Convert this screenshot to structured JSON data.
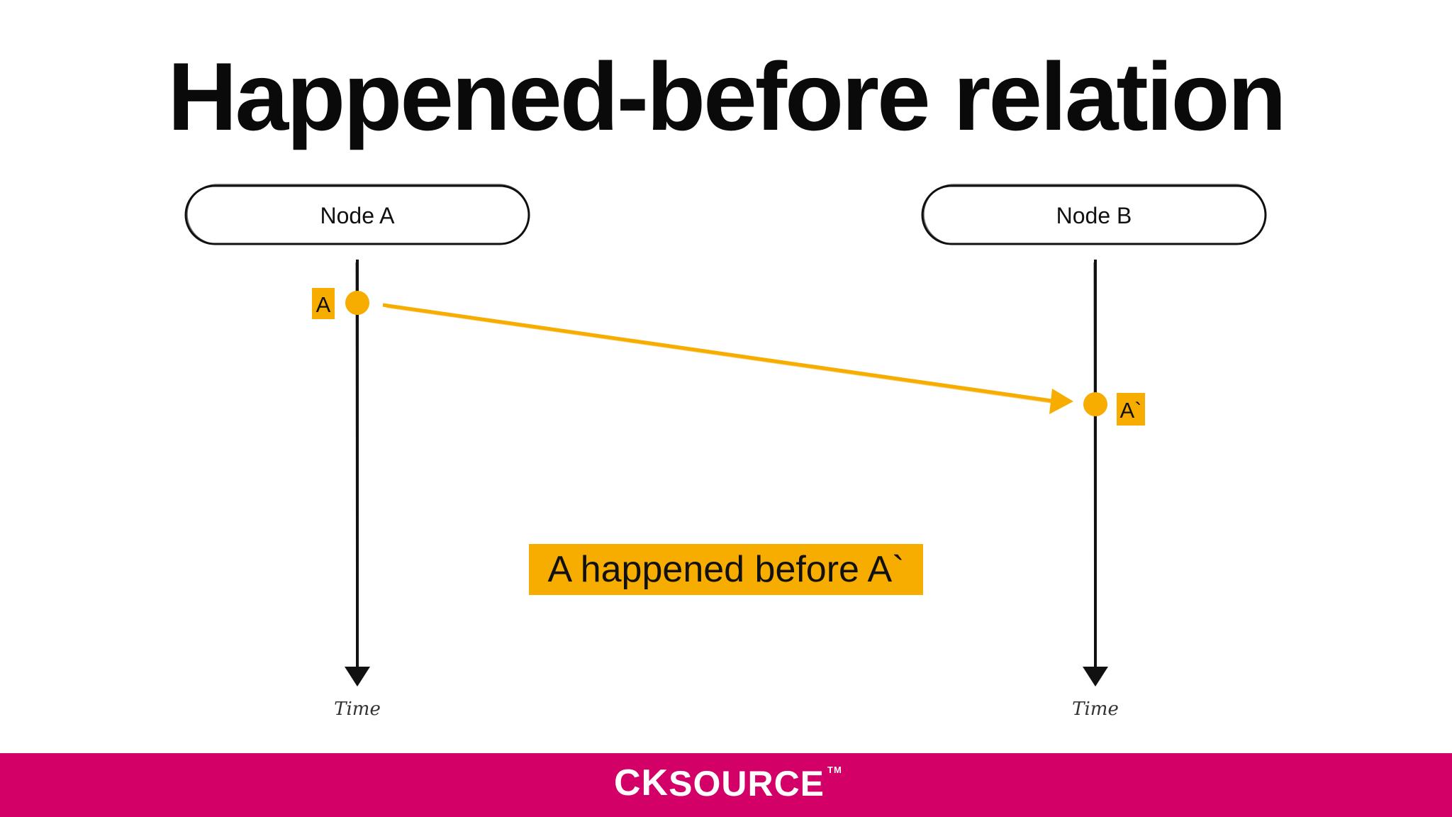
{
  "title": "Happened-before relation",
  "nodes": [
    {
      "label": "Node A",
      "time_label": "Time"
    },
    {
      "label": "Node B",
      "time_label": "Time"
    }
  ],
  "events": [
    {
      "label": "A",
      "node": "Node A"
    },
    {
      "label": "A`",
      "node": "Node B"
    }
  ],
  "message": {
    "from": "A",
    "to": "A`"
  },
  "caption": "A happened before A`",
  "footer": {
    "logo_ck": "CK",
    "logo_source": "SOURCE",
    "logo_tm": "TM"
  },
  "colors": {
    "accent": "#f7ac00",
    "footer": "#d30067",
    "line": "#111111",
    "background": "#ffffff"
  }
}
